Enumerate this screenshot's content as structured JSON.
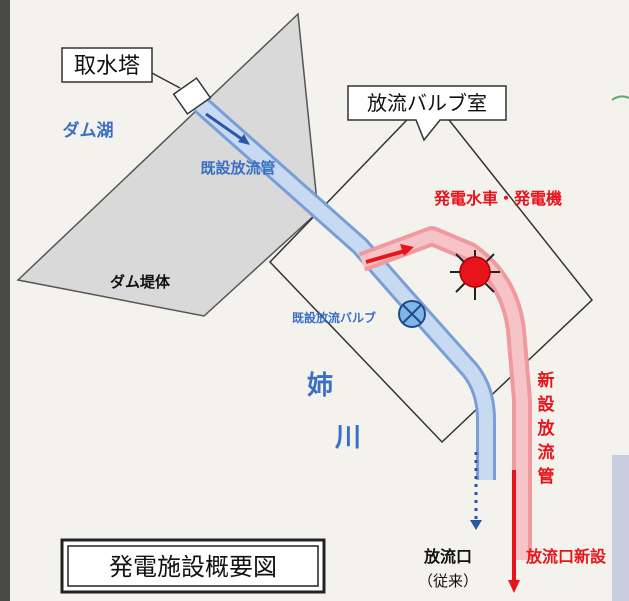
{
  "labels": {
    "intake_tower": "取水塔",
    "dam_lake": "ダム湖",
    "existing_pipe": "既設放流管",
    "dam_body": "ダム堤体",
    "valve_room": "放流バルブ室",
    "turbine": "発電水車・発電機",
    "existing_valve": "既設放流バルブ",
    "river_1": "姉",
    "river_2": "川",
    "new_pipe_chars": [
      "新",
      "設",
      "放",
      "流",
      "管"
    ],
    "outlet": "放流口",
    "outlet_note": "（従来）",
    "new_outlet": "放流口新設",
    "title": "発電施設概要図"
  },
  "colors": {
    "existing": "#3a6fc4",
    "new": "#e8141c",
    "dam": "#d9d9da"
  }
}
